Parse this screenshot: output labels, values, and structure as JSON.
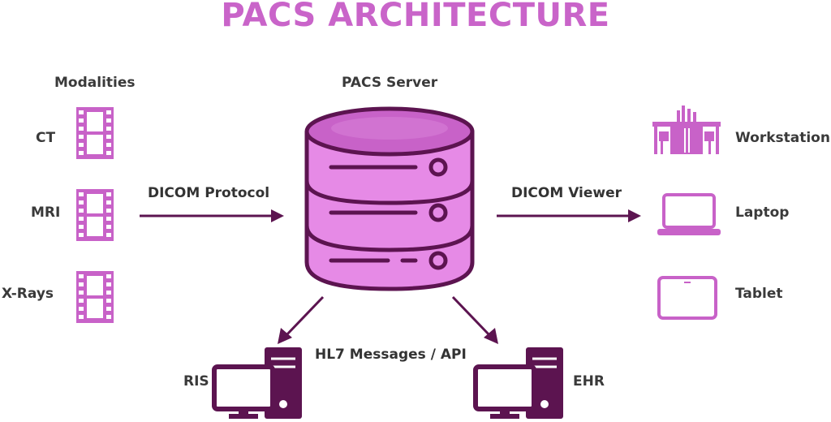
{
  "title": "PACS ARCHITECTURE",
  "modalities": {
    "heading": "Modalities",
    "items": [
      "CT",
      "MRI",
      "X-Rays"
    ]
  },
  "server": {
    "heading": "PACS Server"
  },
  "connections": {
    "left": "DICOM Protocol",
    "right": "DICOM Viewer",
    "bottom": "HL7 Messages / API"
  },
  "viewers": {
    "items": [
      "Workstation",
      "Laptop",
      "Tablet"
    ]
  },
  "systems": {
    "left": "RIS",
    "right": "EHR"
  },
  "colors": {
    "dark": "#5c1450",
    "light": "#e68ae6",
    "mid": "#c862c8",
    "title": "#c964c9"
  }
}
